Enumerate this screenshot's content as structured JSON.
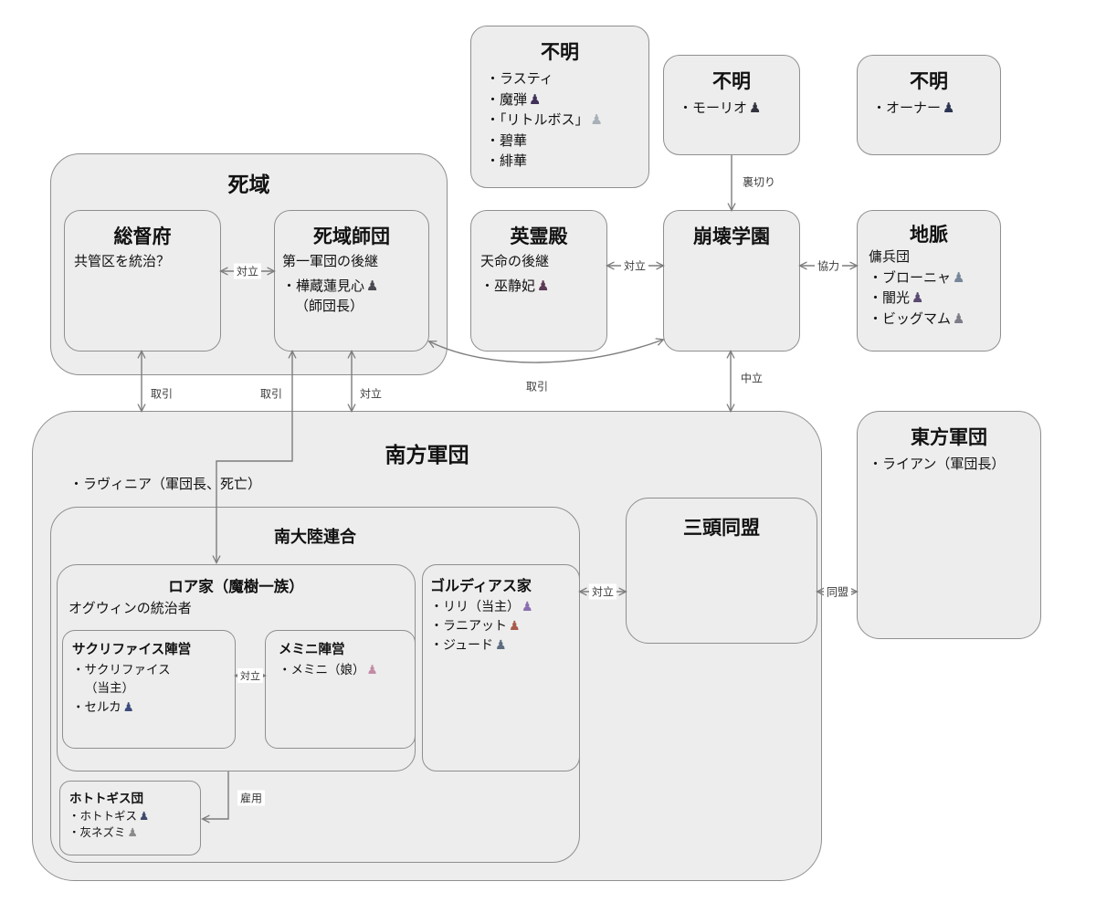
{
  "colors": {
    "box_fill": "#ededed",
    "box_border": "#8f8f8f",
    "wire": "#7d7d7d"
  },
  "boxes": {
    "unknown_a": {
      "title": "不明",
      "members": [
        {
          "text": "・ラスティ"
        },
        {
          "text": "・魔弾",
          "icon": "♟",
          "color": "#40305a"
        },
        {
          "text": "・「リトルボス」",
          "icon": "♟",
          "color": "#a9b0b8"
        },
        {
          "text": "・碧華"
        },
        {
          "text": "・緋華"
        }
      ]
    },
    "unknown_b": {
      "title": "不明",
      "members": [
        {
          "text": "・モーリオ",
          "icon": "♟",
          "color": "#33333f"
        }
      ]
    },
    "unknown_c": {
      "title": "不明",
      "members": [
        {
          "text": "・オーナー",
          "icon": "♟",
          "color": "#2c3552"
        }
      ]
    },
    "shiiki": {
      "title": "死域"
    },
    "soutokufu": {
      "title": "総督府",
      "subtitle": "共管区を統治？"
    },
    "shiiki_shidan": {
      "title": "死域師団",
      "subtitle": "第一軍団の後継",
      "members": [
        {
          "text": "・樺蔵蓮見心",
          "icon": "♟",
          "color": "#4a4a52"
        },
        {
          "text": "（師団長）"
        }
      ]
    },
    "eireiden": {
      "title": "英霊殿",
      "subtitle": "天命の後継",
      "members": [
        {
          "text": "・巫静妃",
          "icon": "♟",
          "color": "#5d3a55"
        }
      ]
    },
    "houkai_gakuen": {
      "title": "崩壊学園"
    },
    "chimyaku": {
      "title": "地脈",
      "subtitle": "傭兵団",
      "members": [
        {
          "text": "・ブローニャ",
          "icon": "♟",
          "color": "#76879a"
        },
        {
          "text": "・闇光",
          "icon": "♟",
          "color": "#5a4a71"
        },
        {
          "text": "・ビッグマム",
          "icon": "♟",
          "color": "#7d7d88"
        }
      ]
    },
    "nanpou_gundan": {
      "title": "南方軍団",
      "members": [
        {
          "text": "・ラヴィニア（軍団長、死亡）"
        }
      ]
    },
    "nandairiku_rengou": {
      "title": "南大陸連合"
    },
    "roa_ke": {
      "title": "ロア家（魔樹一族）",
      "subtitle": "オグウィンの統治者"
    },
    "sacrifice_jinei": {
      "title": "サクリファイス陣営",
      "members": [
        {
          "text": "・サクリファイス"
        },
        {
          "text": "（当主）"
        },
        {
          "text": "・セルカ",
          "icon": "♟",
          "color": "#3d4c7e"
        }
      ]
    },
    "memini_jinei": {
      "title": "メミニ陣営",
      "members": [
        {
          "text": "・メミニ（娘）",
          "icon": "♟",
          "color": "#c38ba5"
        }
      ]
    },
    "gordias_ke": {
      "title": "ゴルディアス家",
      "members": [
        {
          "text": "・リリ（当主）",
          "icon": "♟",
          "color": "#8a6fb0"
        },
        {
          "text": "・ラニアット",
          "icon": "♟",
          "color": "#a85b4b"
        },
        {
          "text": "・ジュード",
          "icon": "♟",
          "color": "#5d6c80"
        }
      ]
    },
    "hototogisu_dan": {
      "title": "ホトトギス団",
      "members": [
        {
          "text": "・ホトトギス",
          "icon": "♟",
          "color": "#3d4a6b"
        },
        {
          "text": "・灰ネズミ",
          "icon": "♟",
          "color": "#8a8a8a"
        }
      ]
    },
    "santou_doumei": {
      "title": "三頭同盟"
    },
    "touhou_gundan": {
      "title": "東方軍団",
      "members": [
        {
          "text": "・ライアン（軍団長）"
        }
      ]
    }
  },
  "edges": {
    "soutokufu_vs_shidan": "対立",
    "eireiden_vs_gakuen": "対立",
    "gakuen_chimyaku_kyouryoku": "協力",
    "unknown_gakuen_uragiri": "裏切り",
    "gakuen_nanpou_chuuritsu": "中立",
    "shidan_nanpou_tairitsu": "対立",
    "soutokufu_nanpou_torihiki": "取引",
    "shidan_roake_torihiki": "取引",
    "shidan_gakuen_torihiki": "取引",
    "gordias_vs_santou": "対立",
    "santou_touhou_doumei": "同盟",
    "sacrifice_vs_memini": "対立",
    "roake_hototogisu_koyou": "雇用"
  }
}
